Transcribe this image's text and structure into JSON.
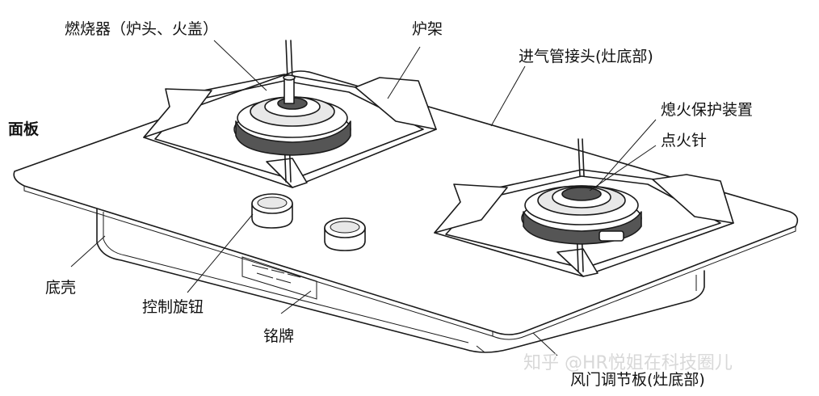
{
  "labels": {
    "burner": "燃烧器（炉头、火盖）",
    "pan_support": "炉架",
    "gas_inlet": "进气管接头(灶底部)",
    "panel": "面板",
    "flame_protection": "熄火保护装置",
    "igniter": "点火针",
    "bottom_shell": "底壳",
    "control_knob": "控制旋钮",
    "nameplate": "铭牌",
    "air_door": "风门调节板(灶底部)"
  },
  "watermark": "知乎 @HR悦姐在科技圈儿"
}
